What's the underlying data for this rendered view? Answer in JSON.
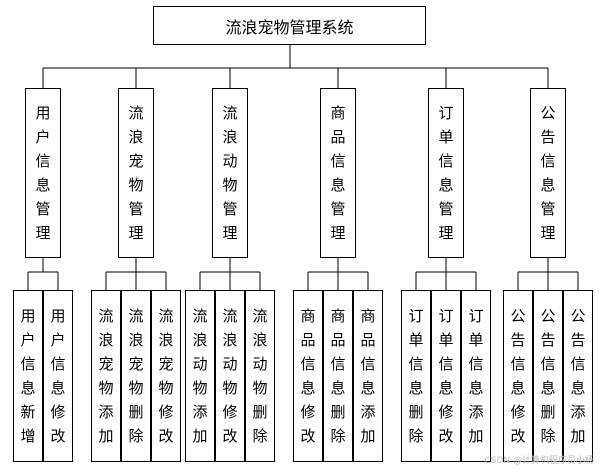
{
  "root": {
    "label": "流浪宠物管理系统"
  },
  "modules": [
    {
      "label": "用户信息管理",
      "children": [
        "用户信息新增",
        "用户信息修改"
      ]
    },
    {
      "label": "流浪宠物管理",
      "children": [
        "流浪宠物添加",
        "流浪宠物删除",
        "流浪宠物修改"
      ]
    },
    {
      "label": "流浪动物管理",
      "children": [
        "流浪动物添加",
        "流浪动物修改",
        "流浪动物删除"
      ]
    },
    {
      "label": "商品信息管理",
      "children": [
        "商品信息修改",
        "商品信息删除",
        "商品信息添加"
      ]
    },
    {
      "label": "订单信息管理",
      "children": [
        "订单信息删除",
        "订单信息修改",
        "订单信息添加"
      ]
    },
    {
      "label": "公告信息管理",
      "children": [
        "公告信息修改",
        "公告信息删除",
        "公告信息添加"
      ]
    }
  ],
  "watermark": "CSDN @计算机程序员小杨"
}
